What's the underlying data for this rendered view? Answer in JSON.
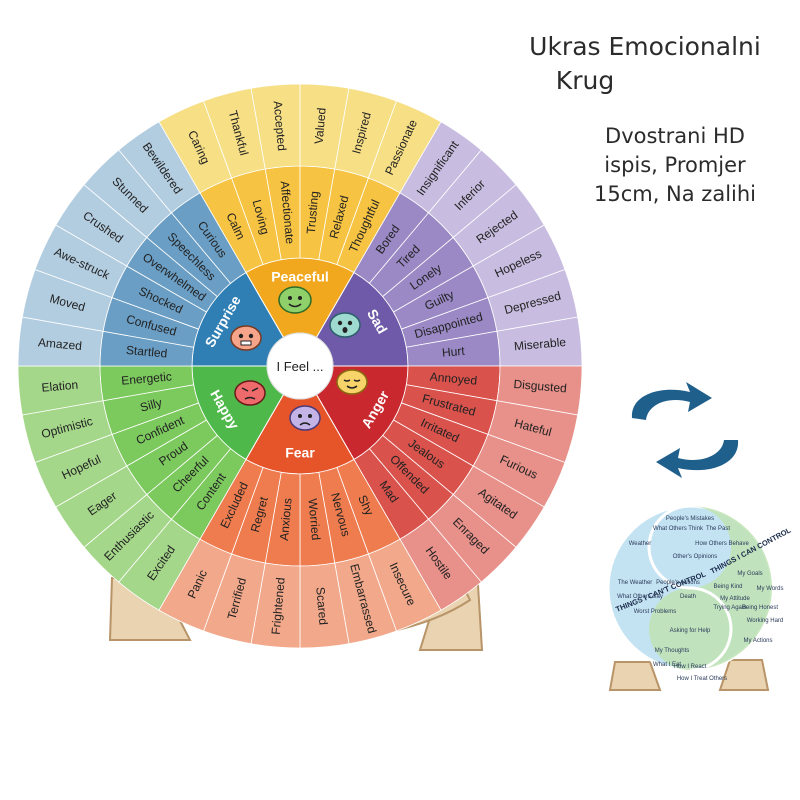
{
  "header": {
    "title_line1": "Ukras Emocionalni",
    "title_line2": "Krug",
    "subtitle_line1": "Dvostrani HD",
    "subtitle_line2": "ispis, Promjer",
    "subtitle_line3": "15cm, Na zalihi"
  },
  "wheel": {
    "center_label": "I Feel ...",
    "categories": [
      {
        "name": "Happy",
        "color": "#4fb84a",
        "mid": "#7cc95e",
        "outer": "#a5d78a",
        "middle": [
          "Content",
          "Cheerful",
          "Proud",
          "Confident",
          "Silly",
          "Energetic"
        ],
        "outer_words": [
          "Excited",
          "Enthusiastic",
          "Eager",
          "Hopeful",
          "Optimistic",
          "Elation"
        ]
      },
      {
        "name": "Surprise",
        "color": "#2f7fb5",
        "mid": "#6a9ec4",
        "outer": "#b3cde0",
        "middle": [
          "Startled",
          "Confused",
          "Shocked",
          "Overwhelmed",
          "Speechless",
          "Curious"
        ],
        "outer_words": [
          "Amazed",
          "Moved",
          "Awe-struck",
          "Crushed",
          "Stunned",
          "Bewildered"
        ]
      },
      {
        "name": "Peaceful",
        "color": "#f1a81e",
        "mid": "#f6c342",
        "outer": "#f7df86",
        "middle": [
          "Calm",
          "Loving",
          "Affectionate",
          "Trusting",
          "Relaxed",
          "Thoughtful"
        ],
        "outer_words": [
          "Caring",
          "Thankful",
          "Accepted",
          "Valued",
          "Inspired",
          "Passionate"
        ]
      },
      {
        "name": "Sad",
        "color": "#6e5aa8",
        "mid": "#9a89c5",
        "outer": "#c8bde0",
        "middle": [
          "Bored",
          "Tired",
          "Lonely",
          "Guilty",
          "Disappointed",
          "Hurt"
        ],
        "outer_words": [
          "Insignificant",
          "Inferior",
          "Rejected",
          "Hopeless",
          "Depressed",
          "Miserable"
        ]
      },
      {
        "name": "Anger",
        "color": "#c8282e",
        "mid": "#d9524c",
        "outer": "#e8908a",
        "middle": [
          "Annoyed",
          "Frustrated",
          "Irritated",
          "Jealous",
          "Offended",
          "Mad"
        ],
        "outer_words": [
          "Disgusted",
          "Hateful",
          "Furious",
          "Agitated",
          "Enraged",
          "Hostile"
        ]
      },
      {
        "name": "Fear",
        "color": "#e6552a",
        "mid": "#ee7c4f",
        "outer": "#f2a88a",
        "middle": [
          "Shy",
          "Nervous",
          "Worried",
          "Anxious",
          "Regret",
          "Excluded"
        ],
        "outer_words": [
          "Insecure",
          "Embarrassed",
          "Scared",
          "Frightened",
          "Terrified",
          "Panic"
        ]
      }
    ]
  },
  "back_side": {
    "heading_can": "THINGS I CAN CONTROL",
    "heading_cant": "THINGS I CAN'T CONTROL",
    "items": [
      "People's Mistakes",
      "What Others Think",
      "The Past",
      "Weather",
      "How Others Behave",
      "Other's Opinions",
      "My Goals",
      "The Weather",
      "People's Actions",
      "Being Kind",
      "My Words",
      "What Others Say",
      "Death",
      "My Attitude",
      "Worst Problems",
      "Trying Again",
      "Being Honest",
      "Working Hard",
      "Asking for Help",
      "My Actions",
      "My Thoughts",
      "How I React",
      "What I Eat",
      "How I Treat Others"
    ]
  },
  "colors": {
    "arrow": "#1f5f8b",
    "stand": "#e9d3b1"
  }
}
